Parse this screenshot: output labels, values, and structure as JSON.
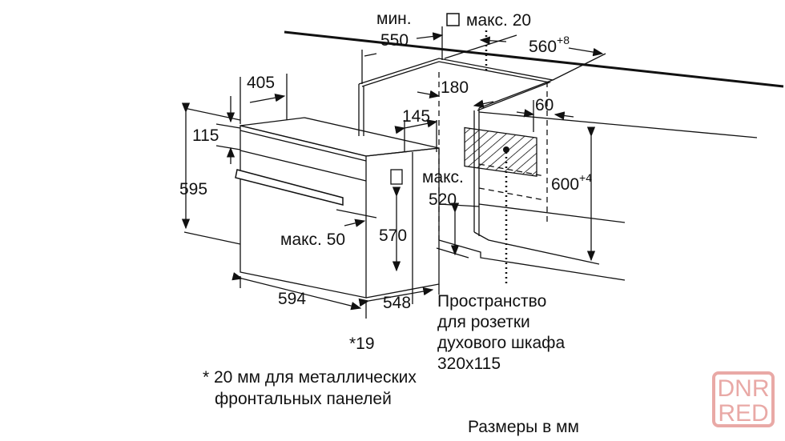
{
  "dimensions": {
    "min_label": "мин.",
    "min_depth": "550",
    "outlet_max": "макс. 20",
    "cabinet_width": "560",
    "cabinet_width_tol": "+8",
    "d405": "405",
    "d115": "115",
    "d595": "595",
    "d180": "180",
    "d145": "145",
    "d60": "60",
    "max_label": "макс.",
    "d520": "520",
    "niche_height": "600",
    "niche_height_tol": "+4",
    "d570": "570",
    "max50": "макс. 50",
    "d594": "594",
    "d548": "548",
    "d19": "*19"
  },
  "outlet_note": [
    "Пространство",
    "для розетки",
    "духового шкафа",
    "320x115"
  ],
  "footnote": [
    "* 20 мм для металлических",
    "фронтальных панелей"
  ],
  "units_note": "Размеры в мм",
  "watermark": "DNR RED"
}
